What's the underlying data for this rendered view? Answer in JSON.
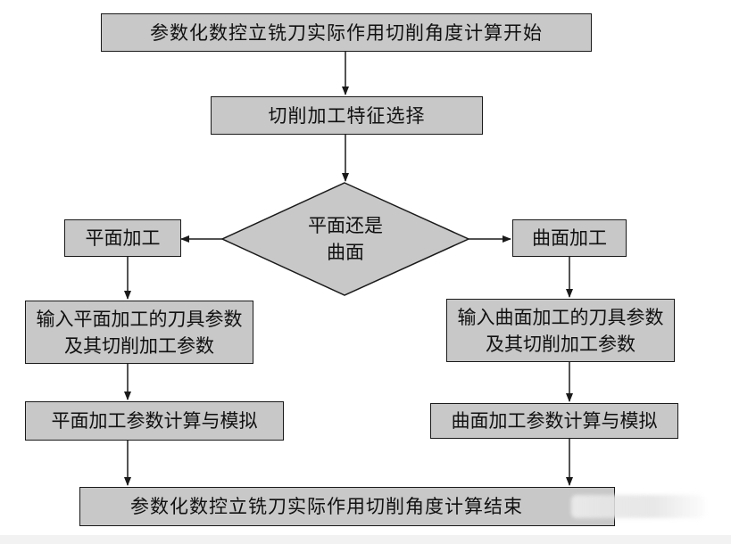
{
  "nodes": {
    "start": "参数化数控立铣刀实际作用切削角度计算开始",
    "feature_select": "切削加工特征选择",
    "decision_line1": "平面还是",
    "decision_line2": "曲面",
    "plane": "平面加工",
    "curved": "曲面加工",
    "plane_input": "输入平面加工的刀具参数及其切削加工参数",
    "curved_input": "输入曲面加工的刀具参数及其切削加工参数",
    "plane_calc": "平面加工参数计算与模拟",
    "curved_calc": "曲面加工参数计算与模拟",
    "end": "参数化数控立铣刀实际作用切削角度计算结束"
  },
  "colors": {
    "box_fill": "#c8c8c8",
    "stroke": "#1a1a1a"
  }
}
